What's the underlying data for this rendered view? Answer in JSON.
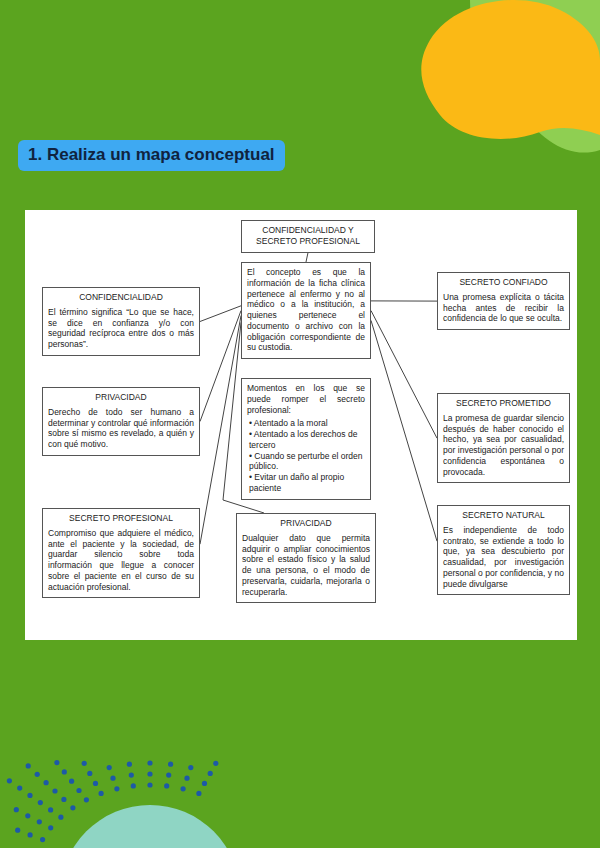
{
  "diagram": {
    "title": "1. Realiza un mapa conceptual",
    "nodes": [
      {
        "text": [
          "CONFIDENCIALIDAD Y SECRETO PROFESIONAL"
        ]
      },
      {
        "text": [
          "El concepto es que la información de la ficha clínica pertenece al enfermo y no al médico o a la institución, a quienes pertenece el documento o archivo con la obligación correspondiente de su custodia."
        ]
      },
      {
        "text": [
          "CONFIDENCIALIDAD",
          "El término significa “Lo que se hace, se dice en confianza y/o con seguridad recíproca entre dos o más personas”."
        ]
      },
      {
        "text": [
          "PRIVACIDAD",
          "Derecho de todo ser humano a determinar y controlar qué información sobre sí mismo es revelado, a quién y con qué motivo."
        ]
      },
      {
        "text": [
          "SECRETO PROFESIONAL",
          "Compromiso que adquiere el médico, ante el paciente y la sociedad, de guardar silencio sobre toda información que llegue a conocer sobre el paciente en el curso de su actuación profesional."
        ]
      },
      {
        "text": [
          "Momentos en los que se puede romper el secreto profesional:",
          "• Atentado a la moral",
          "• Atentado a los derechos de tercero",
          "• Cuando se perturbe el orden público.",
          "• Evitar un daño al propio paciente"
        ]
      },
      {
        "text": [
          "PRIVACIDAD",
          "Dualquier dato que permita adquirir o ampliar conocimientos sobre el estado físico y la salud de una persona, o el modo de preservarla, cuidarla, mejorarla o recuperarla."
        ]
      },
      {
        "text": [
          "SECRETO CONFIADO",
          "Una promesa explícita o tácita hecha antes de recibir la confidencia de lo que se oculta."
        ]
      },
      {
        "text": [
          "SECRETO PROMETIDO",
          "La promesa de guardar silencio después de haber conocido el hecho, ya sea por casualidad, por investigación personal o por confidencia espontánea o provocada."
        ]
      },
      {
        "text": [
          "SECRETO NATURAL",
          "Es independiente de todo contrato, se extiende a todo lo que, ya sea descubierto por casualidad, por investigación personal o por confidencia, y no puede divulgarse"
        ]
      }
    ],
    "edges": [
      {
        "from": 0,
        "to": 1,
        "arrow": "none"
      },
      {
        "from": 1,
        "to": 2,
        "arrow": "none"
      },
      {
        "from": 1,
        "to": 3,
        "arrow": "none"
      },
      {
        "from": 1,
        "to": 4,
        "arrow": "none"
      },
      {
        "from": 1,
        "to": 6,
        "arrow": "none"
      },
      {
        "from": 1,
        "to": 7,
        "arrow": "none"
      },
      {
        "from": 1,
        "to": 8,
        "arrow": "none"
      },
      {
        "from": 1,
        "to": 9,
        "arrow": "none"
      }
    ]
  }
}
